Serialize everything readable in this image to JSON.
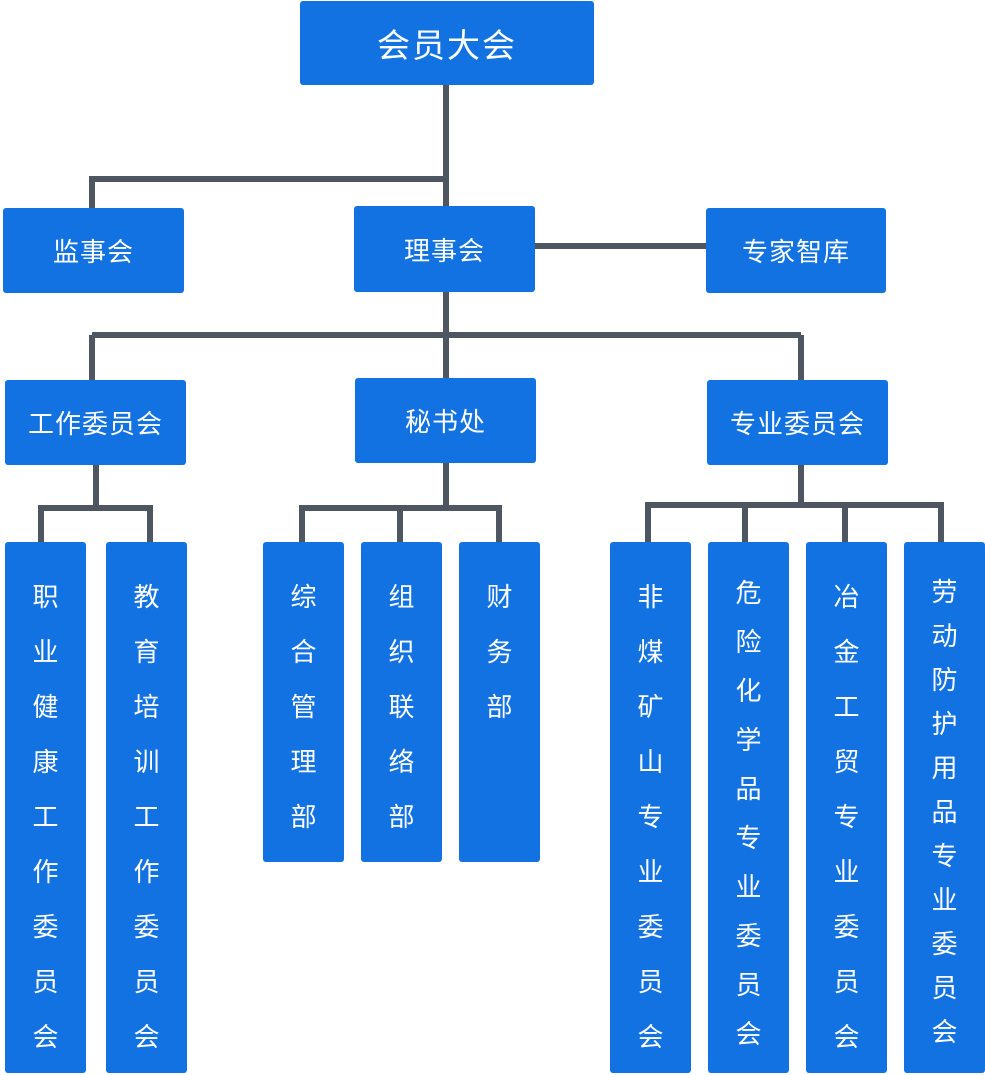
{
  "org": {
    "root": "会员大会",
    "supervisory": "监事会",
    "council": "理事会",
    "experts": "专家智库",
    "work_committee": "工作委员会",
    "secretariat": "秘书处",
    "professional_committee": "专业委员会",
    "work_children": [
      "职业健康工作委员会",
      "教育培训工作委员会"
    ],
    "secretariat_children": [
      "综合管理部",
      "组织联络部",
      "财务部"
    ],
    "professional_children": [
      "非煤矿山专业委员会",
      "危险化学品专业委员会",
      "冶金工贸专业委员会",
      "劳动防护用品专业委员会"
    ]
  },
  "colors": {
    "box": "#1372e2",
    "line": "#4d5661",
    "text": "#ffffff"
  }
}
